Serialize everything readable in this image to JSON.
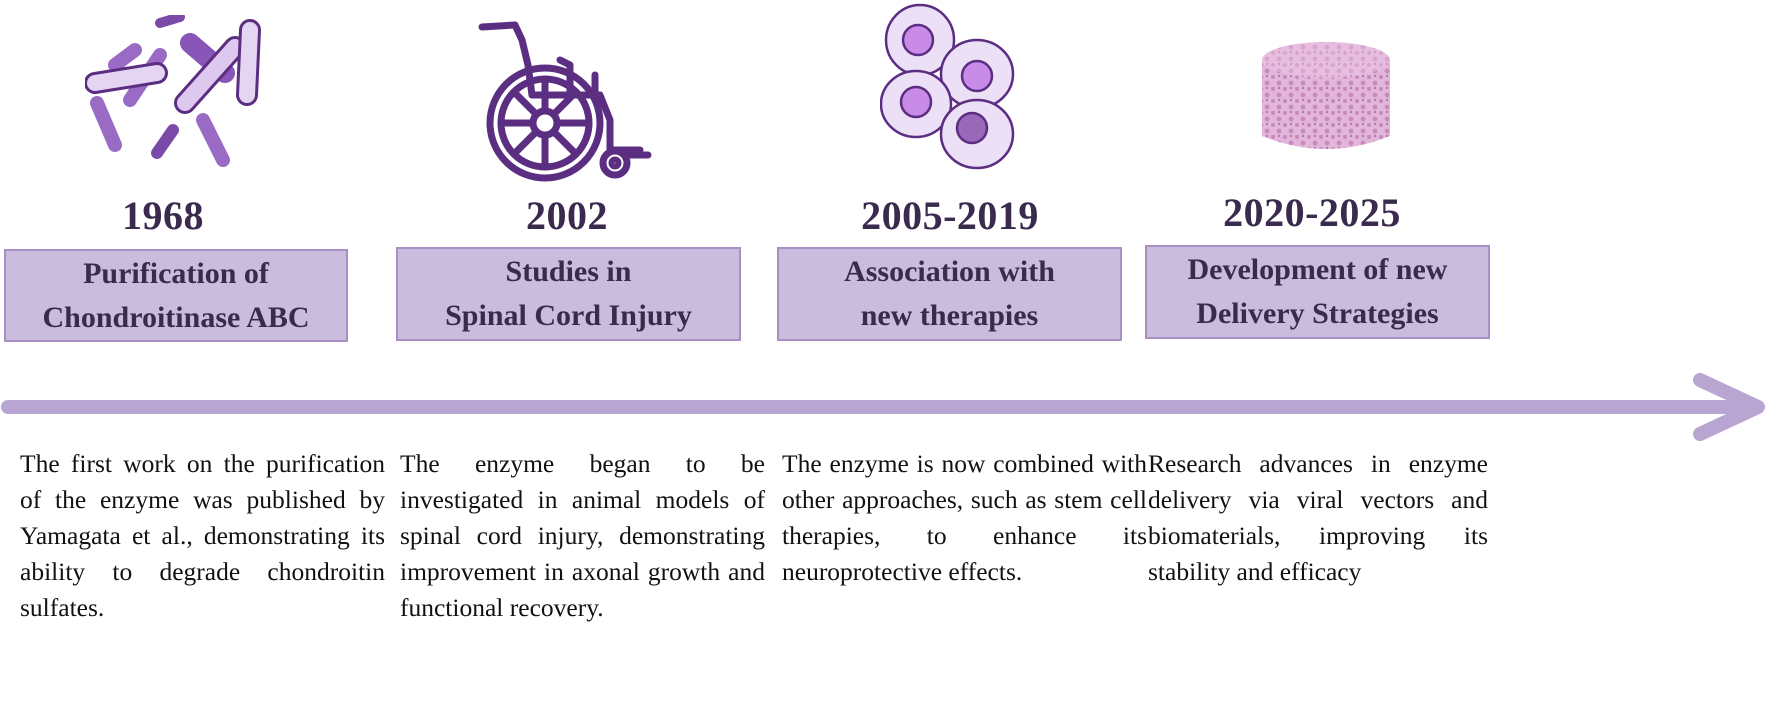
{
  "milestones": [
    {
      "year": "1968",
      "title_line1": "Purification of",
      "title_line2": "Chondroitinase ABC",
      "icon": "bacteria-icon",
      "description": "The first work on the purification of the enzyme was published by Yamagata et al., demonstrating its ability to degrade chondroitin sulfates."
    },
    {
      "year": "2002",
      "title_line1": "Studies in",
      "title_line2": "Spinal Cord Injury",
      "icon": "wheelchair-icon",
      "description": "The enzyme began to be investigated in animal models of spinal cord injury, demonstrating improvement in axonal growth and functional recovery."
    },
    {
      "year": "2005-2019",
      "title_line1": "Association with",
      "title_line2": "new therapies",
      "icon": "cells-icon",
      "description": "The enzyme is now combined with other approaches, such as stem cell therapies, to enhance its neuroprotective effects."
    },
    {
      "year": "2020-2025",
      "title_line1": "Development of new",
      "title_line2": "Delivery Strategies",
      "icon": "scaffold-icon",
      "description": "Research advances in enzyme delivery via viral vectors and biomaterials, improving its stability and efficacy"
    }
  ],
  "colors": {
    "box_fill": "#c9bcdc",
    "box_border": "#a890c5",
    "arrow": "#b9a5d2",
    "icon_dark": "#5b2e82",
    "title_text": "#3a2a4d"
  }
}
